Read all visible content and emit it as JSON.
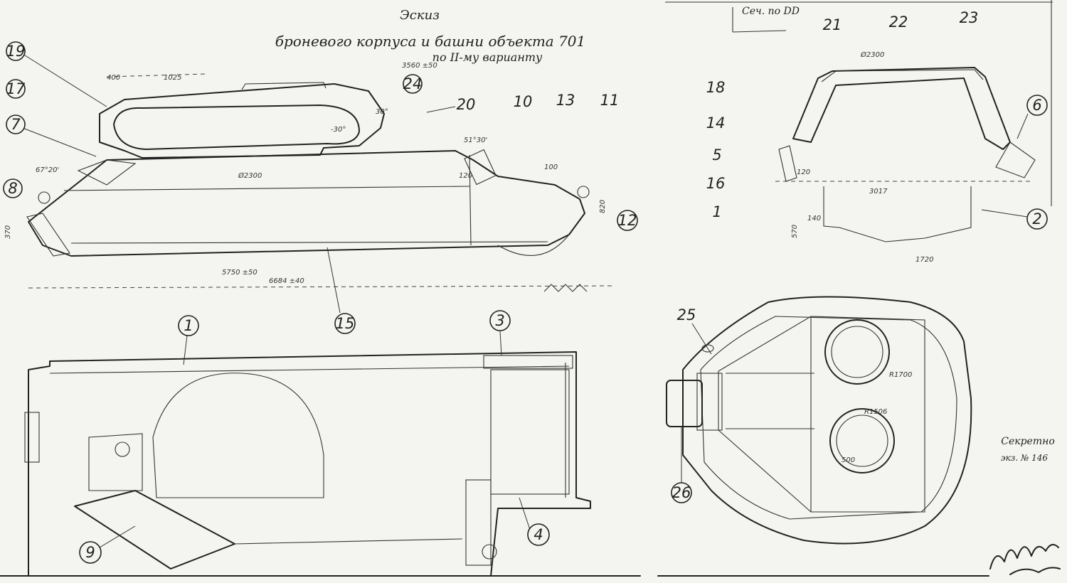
{
  "title": {
    "line1": "Эскиз",
    "line2": "броневого корпуса и башни объекта 701",
    "line3": "по II-му варианту"
  },
  "side_view": {
    "callouts": [
      "19",
      "17",
      "7",
      "8",
      "24",
      "20",
      "10",
      "13",
      "11",
      "12",
      "15"
    ],
    "dims": {
      "d3560": "3560 ±50",
      "d1025": "1025",
      "d400": "400",
      "d5750": "5750 ±50",
      "d6684": "6684 ±40",
      "d2300": "Ø2300",
      "d370": "370",
      "d30a": "30°",
      "d30b": "-30°",
      "d5130": "51°30'",
      "d120": "120",
      "d6720": "67°20'",
      "d100": "100",
      "d820": "820"
    }
  },
  "section_view": {
    "label": "Сеч. по DD",
    "callouts": [
      "21",
      "22",
      "23",
      "18",
      "14",
      "5",
      "16",
      "1",
      "6",
      "2"
    ],
    "dims": {
      "width": "1720",
      "ring": "Ø2300",
      "inner": "3017",
      "height": "570",
      "d140": "140",
      "d120": "120"
    }
  },
  "plan_view": {
    "callouts": [
      "1",
      "3",
      "9",
      "4"
    ]
  },
  "turret_plan": {
    "callouts": [
      "25",
      "26"
    ],
    "dims": {
      "r1700": "R1700",
      "r1506": "R1506",
      "d500": "500"
    }
  },
  "stamp": {
    "line1": "Секретно",
    "line2": "экз. № 146"
  },
  "signature": "signature"
}
